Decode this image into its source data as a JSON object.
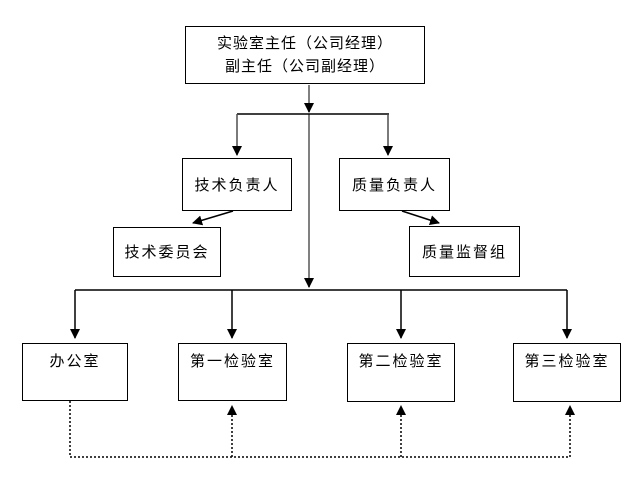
{
  "diagram": {
    "type": "org-chart",
    "nodes": {
      "director": {
        "line1": "实验室主任（公司经理）",
        "line2": "副主任（公司副经理）"
      },
      "tech_lead": {
        "label": "技术负责人"
      },
      "quality_lead": {
        "label": "质量负责人"
      },
      "tech_committee": {
        "label": "技术委员会"
      },
      "quality_supervision": {
        "label": "质量监督组"
      },
      "office": {
        "label": "办公室"
      },
      "lab1": {
        "label": "第一检验室"
      },
      "lab2": {
        "label": "第二检验室"
      },
      "lab3": {
        "label": "第三检验室"
      }
    },
    "edges": [
      {
        "from": "director",
        "to": "tech_lead",
        "style": "solid-arrow"
      },
      {
        "from": "director",
        "to": "quality_lead",
        "style": "solid-arrow"
      },
      {
        "from": "director",
        "to": "distribution-line",
        "style": "solid-arrow"
      },
      {
        "from": "tech_lead",
        "to": "tech_committee",
        "style": "solid-arrow"
      },
      {
        "from": "quality_lead",
        "to": "quality_supervision",
        "style": "solid-arrow"
      },
      {
        "from": "distribution-line",
        "to": "office",
        "style": "solid-arrow"
      },
      {
        "from": "distribution-line",
        "to": "lab1",
        "style": "solid-arrow"
      },
      {
        "from": "distribution-line",
        "to": "lab2",
        "style": "solid-arrow"
      },
      {
        "from": "distribution-line",
        "to": "lab3",
        "style": "solid-arrow"
      },
      {
        "from": "office",
        "to": "lab1",
        "style": "dotted-arrow"
      },
      {
        "from": "office",
        "to": "lab2",
        "style": "dotted-arrow"
      },
      {
        "from": "office",
        "to": "lab3",
        "style": "dotted-arrow"
      }
    ],
    "colors": {
      "box_border": "#000000",
      "solid_line": "#000000",
      "center_trunk_line": "#808080",
      "dotted_line": "#000000",
      "arrowhead": "#000000",
      "background": "#ffffff",
      "text": "#000000"
    }
  }
}
